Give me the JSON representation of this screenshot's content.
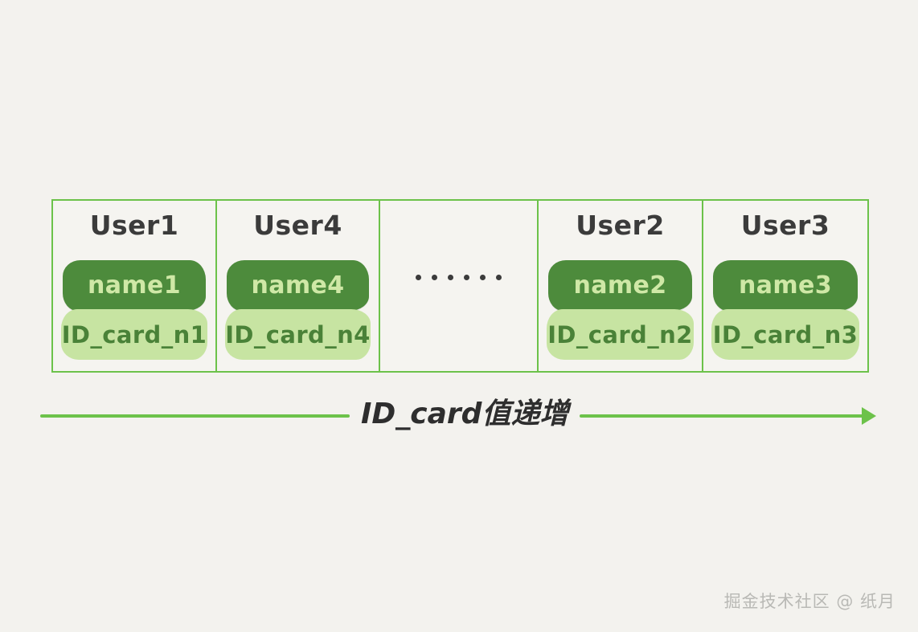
{
  "background_color": "#f3f2ee",
  "colors": {
    "border_green": "#6cc24a",
    "pill_dark_green": "#4d8b3c",
    "pill_dark_text": "#cfe8a6",
    "pill_light_green": "#c7e4a2",
    "pill_light_text": "#4a8238",
    "title_text": "#3b3b3b",
    "watermark_text": "#b9b9b5"
  },
  "table": {
    "cells": [
      {
        "title": "User1",
        "name_pill": "name1",
        "id_pill": "ID_card_n1",
        "empty": false
      },
      {
        "title": "User4",
        "name_pill": "name4",
        "id_pill": "ID_card_n4",
        "empty": false
      },
      {
        "title": "",
        "name_pill": "",
        "id_pill": "",
        "empty": true,
        "ellipsis_dots": 6
      },
      {
        "title": "User2",
        "name_pill": "name2",
        "id_pill": "ID_card_n2",
        "empty": false
      },
      {
        "title": "User3",
        "name_pill": "name3",
        "id_pill": "ID_card_n3",
        "empty": false
      }
    ]
  },
  "arrow": {
    "caption": "ID_card值递增",
    "direction": "right"
  },
  "watermark": {
    "text": "掘金技术社区 @ 纸月"
  }
}
